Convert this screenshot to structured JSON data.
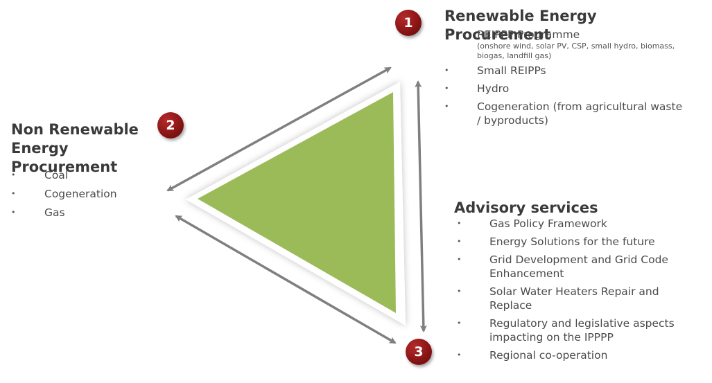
{
  "badges": {
    "one": "1",
    "two": "2",
    "three": "3"
  },
  "bullet": "•",
  "renewable": {
    "heading": "Renewable Energy Procurement",
    "items": [
      {
        "label": "REIPPP Programme",
        "note": "(onshore wind, solar PV, CSP, small hydro, biomass, biogas, landfill gas)"
      },
      {
        "label": "Small REIPPs"
      },
      {
        "label": "Hydro"
      },
      {
        "label": "Cogeneration (from agricultural waste / byproducts)"
      }
    ]
  },
  "non_renewable": {
    "heading": "Non Renewable Energy Procurement",
    "items": [
      {
        "label": "Coal"
      },
      {
        "label": "Cogeneration"
      },
      {
        "label": "Gas"
      }
    ]
  },
  "advisory": {
    "heading": "Advisory services",
    "items": [
      {
        "label": "Gas Policy Framework"
      },
      {
        "label": "Energy Solutions for the future"
      },
      {
        "label": "Grid Development and Grid Code Enhancement"
      },
      {
        "label": "Solar Water Heaters Repair and Replace"
      },
      {
        "label": "Regulatory and legislative aspects impacting on the IPPPP"
      },
      {
        "label": "Regional co-operation"
      }
    ]
  },
  "colors": {
    "triangle_fill": "#9bbb59",
    "arrow": "#7f7f7f",
    "badge": "#8a1515"
  }
}
